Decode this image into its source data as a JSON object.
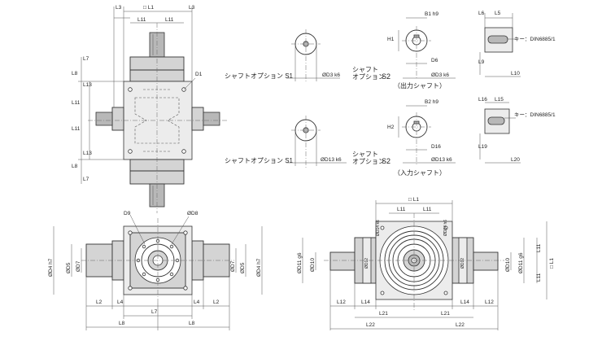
{
  "top_view": {
    "square_label": "□ L1",
    "top_dims": [
      "L3",
      "L3"
    ],
    "top_inner_dims": [
      "L11",
      "L11"
    ],
    "left_dims": [
      "L7",
      "L8",
      "L13",
      "L11",
      "L11",
      "L13",
      "L8",
      "L7"
    ],
    "hole_label": "D1"
  },
  "shaft_option_s1": {
    "label": "シャフトオプション S1",
    "output_dia": "ØD3 k6",
    "input_dia": "ØD13 k6"
  },
  "shaft_option_s2": {
    "label_line1": "シャフト",
    "label_line2": "オプション",
    "code": "S2",
    "output_caption": "（出力シャフト）",
    "input_caption": "（入力シャフト）",
    "output": {
      "width": "B1 h9",
      "height": "H1",
      "dia": "D6",
      "shaft_dia": "ØD3 k6"
    },
    "input": {
      "width": "B2 h9",
      "height": "H2",
      "dia": "D16",
      "shaft_dia": "ØD13 k6"
    }
  },
  "key_details": {
    "upper": {
      "dims": [
        "L6",
        "L5",
        "L9",
        "L10"
      ],
      "key_label": "キー：DIN6885/1"
    },
    "lower": {
      "dims": [
        "L16",
        "L15",
        "L19",
        "L20"
      ],
      "key_label": "キー：DIN6885/1"
    }
  },
  "front_view": {
    "bolt_labels": [
      "D9",
      "ØD8"
    ],
    "left_dims": [
      "ØD5",
      "ØD7"
    ],
    "right_dims": [
      "ØD7",
      "ØD5"
    ],
    "height_dims": [
      "ØD4 h7",
      "ØD4 h7"
    ],
    "bottom_dims": [
      "L2",
      "L4",
      "L7",
      "L4",
      "L2"
    ],
    "total_dims": [
      "L8",
      "L8"
    ]
  },
  "side_view": {
    "square_label": "□ L1",
    "top_dims": [
      "L11",
      "L11"
    ],
    "top_dia": "ØD14 k6",
    "top_dia2": "ØD14 h6",
    "left_dims": [
      "ØD11 g6",
      "ØD10",
      "ØD12"
    ],
    "right_dims": [
      "ØD12",
      "ØD10",
      "ØD11 g6"
    ],
    "right_height_dims": [
      "L11",
      "L11",
      "□ L1"
    ],
    "bottom_dims": [
      "L12",
      "L14",
      "L14",
      "L12"
    ],
    "mid_dims": [
      "L21",
      "L21"
    ],
    "total_dims": [
      "L22",
      "L22"
    ]
  }
}
